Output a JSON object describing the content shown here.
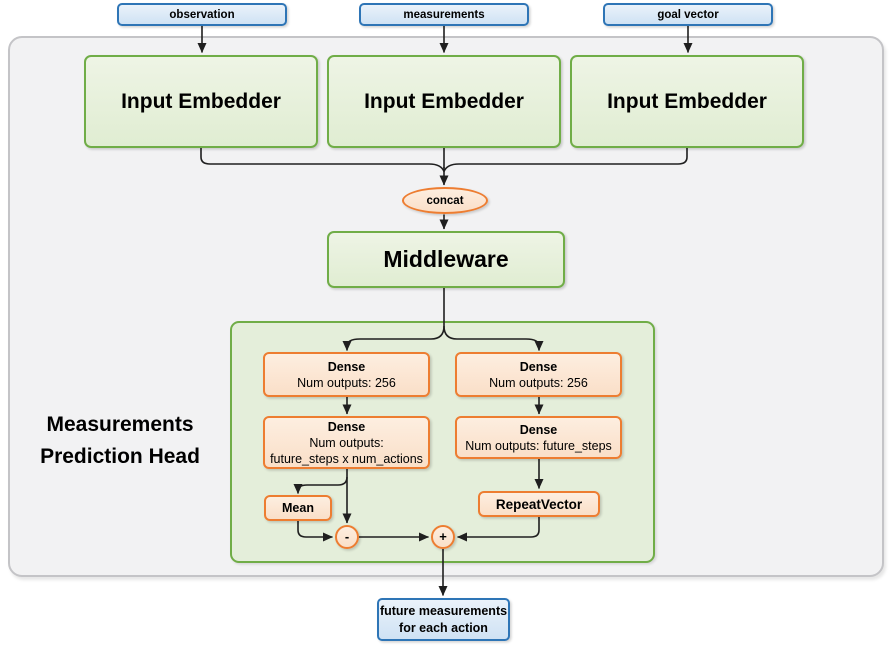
{
  "colors": {
    "blue_border": "#2e75b6",
    "blue_fill_top": "#eaf2fa",
    "blue_fill_bottom": "#cfe2f4",
    "green_border": "#70ad47",
    "green_fill_top": "#eef4e5",
    "green_fill_bottom": "#e0edd2",
    "head_fill": "#e4eeda",
    "orange_border": "#ed7d31",
    "orange_fill_top": "#fdeee0",
    "orange_fill_bottom": "#fadfc8",
    "gray_fill": "#f2f2f3",
    "gray_border": "#c4c4c7",
    "wire": "#1f1f1f"
  },
  "inputs": [
    {
      "label": "observation"
    },
    {
      "label": "measurements"
    },
    {
      "label": "goal vector"
    }
  ],
  "embedders": [
    {
      "label": "Input Embedder"
    },
    {
      "label": "Input Embedder"
    },
    {
      "label": "Input Embedder"
    }
  ],
  "concat": {
    "label": "concat"
  },
  "middleware": {
    "label": "Middleware"
  },
  "head": {
    "title_line1": "Measurements",
    "title_line2": "Prediction Head",
    "dense_left_1": {
      "title": "Dense",
      "line2": "Num outputs: 256"
    },
    "dense_left_2": {
      "title": "Dense",
      "line2": "Num outputs:",
      "line3": "future_steps x num_actions"
    },
    "dense_right_1": {
      "title": "Dense",
      "line2": "Num outputs: 256"
    },
    "dense_right_2": {
      "title": "Dense",
      "line2": "Num outputs: future_steps"
    },
    "mean": {
      "label": "Mean"
    },
    "repeat_vector": {
      "label": "RepeatVector"
    },
    "minus": {
      "label": "-"
    },
    "plus": {
      "label": "+"
    }
  },
  "output": {
    "line1": "future measurements",
    "line2": "for each action"
  }
}
